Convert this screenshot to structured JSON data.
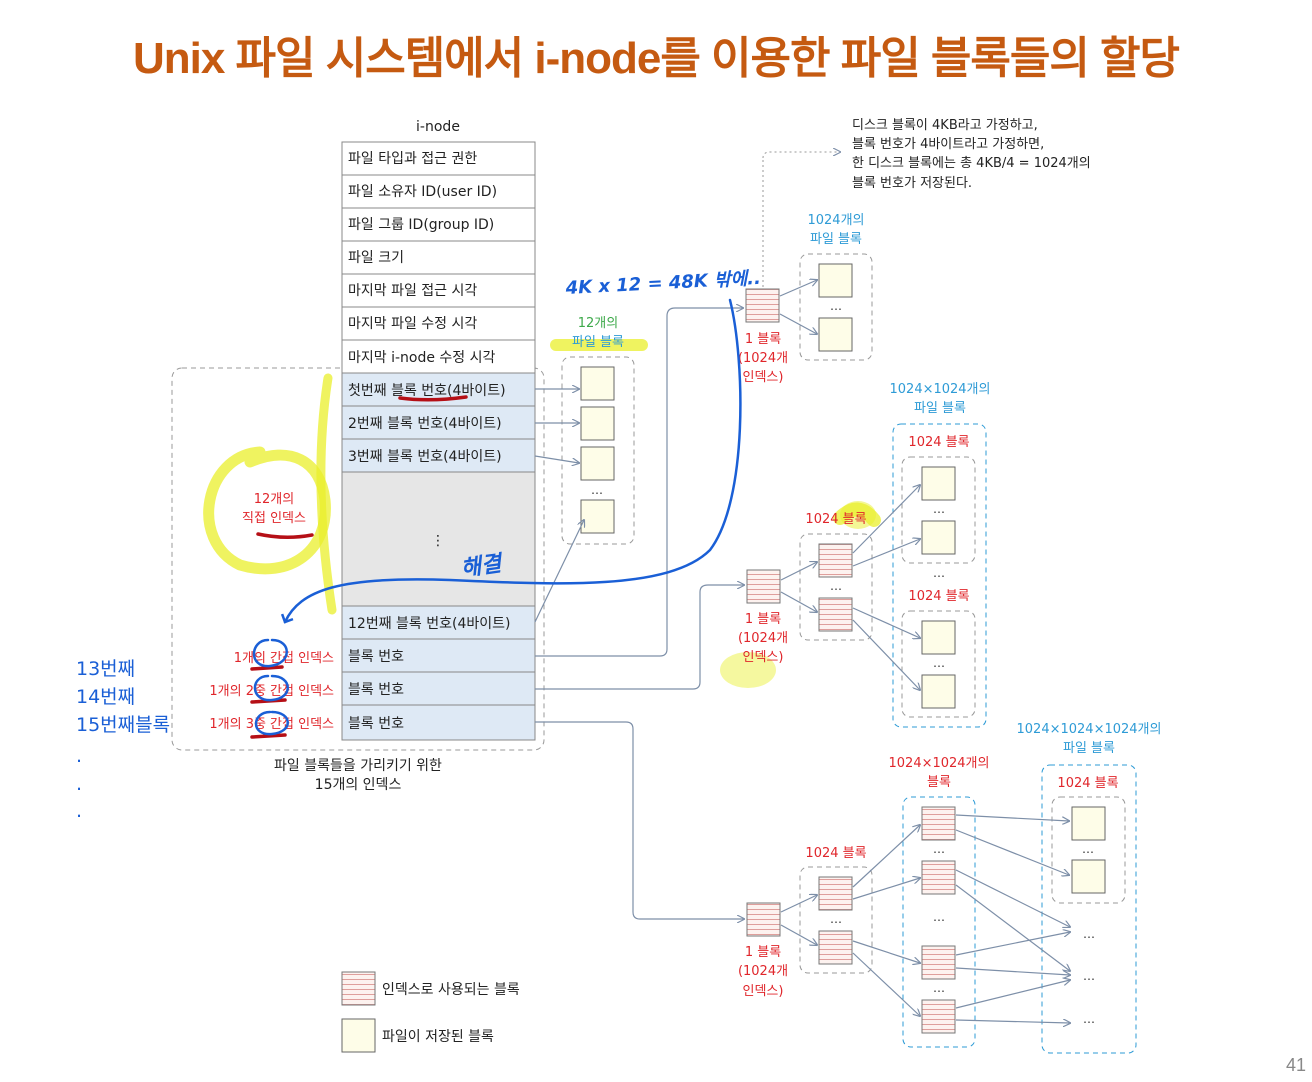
{
  "title": "Unix 파일 시스템에서 i-node를 이용한 파일 블록들의 할당",
  "page_number": "41",
  "inode": {
    "header": "i-node",
    "fields": [
      "파일 타입과 접근 권한",
      "파일 소유자 ID(user ID)",
      "파일 그룹 ID(group ID)",
      "파일 크기",
      "마지막 파일 접근 시각",
      "마지막 파일 수정 시각",
      "마지막 i-node 수정 시각"
    ],
    "direct_rows": [
      "첫번째 블록 번호(4바이트)",
      "2번째 블록 번호(4바이트)",
      "3번째 블록 번호(4바이트)"
    ],
    "ellipsis": "⋮",
    "last_direct": "12번째 블록 번호(4바이트)",
    "block_number": "블록 번호"
  },
  "labels": {
    "direct_index": [
      "12개의",
      "직접 인덱스"
    ],
    "single_indirect": "1개의 간접 인덱스",
    "double_indirect": "1개의 2중 간접 인덱스",
    "triple_indirect": "1개의 3중 간접 인덱스",
    "footer": [
      "파일 블록들을 가리키기 위한",
      "15개의 인덱스"
    ],
    "twelve_blocks": [
      "12개의",
      "파일 블록"
    ],
    "one_block_index": [
      "1 블록",
      "(1024개",
      "인덱스)"
    ],
    "note": [
      "디스크 블록이 4KB라고 가정하고,",
      "블록 번호가 4바이트라고 가정하면,",
      "한 디스크 블록에는 총 4KB/4 = 1024개의",
      "블록 번호가 저장된다."
    ],
    "file_blocks_1024": [
      "1024개의",
      "파일 블록"
    ],
    "file_blocks_1024x1024": [
      "1024×1024개의",
      "파일 블록"
    ],
    "file_blocks_1024x3": [
      "1024×1024×1024개의",
      "파일 블록"
    ],
    "blocks_1024x1024": [
      "1024×1024개의",
      "블록"
    ],
    "block_1024": "1024 블록",
    "dots": "…"
  },
  "legend": {
    "index_block": "인덱스로 사용되는 블록",
    "file_block": "파일이 저장된 블록"
  },
  "annotations": {
    "handwritten": "4K x 12 = 48K 밖에..",
    "solve": "해결",
    "side_list": [
      "13번째",
      "14번째",
      "15번째블록"
    ],
    "side_dots": [
      ".",
      ".",
      "."
    ]
  },
  "colors": {
    "title": "#c55a11",
    "red": "#e0262b",
    "blue_label": "#2e9bd6",
    "highlight": "#e9ef2b",
    "pen_blue": "#1a5fd6",
    "pen_red": "#b50f16"
  }
}
